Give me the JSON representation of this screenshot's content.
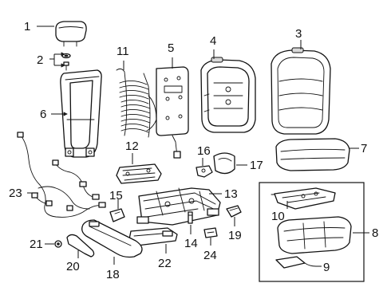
{
  "callouts": [
    {
      "id": "c1",
      "text": "1"
    },
    {
      "id": "c2",
      "text": "2"
    },
    {
      "id": "c3",
      "text": "3"
    },
    {
      "id": "c4",
      "text": "4"
    },
    {
      "id": "c5",
      "text": "5"
    },
    {
      "id": "c6",
      "text": "6"
    },
    {
      "id": "c7",
      "text": "7"
    },
    {
      "id": "c8",
      "text": "8"
    },
    {
      "id": "c9",
      "text": "9"
    },
    {
      "id": "c10",
      "text": "10"
    },
    {
      "id": "c11",
      "text": "11"
    },
    {
      "id": "c12",
      "text": "12"
    },
    {
      "id": "c13",
      "text": "13"
    },
    {
      "id": "c14",
      "text": "14"
    },
    {
      "id": "c15",
      "text": "15"
    },
    {
      "id": "c16",
      "text": "16"
    },
    {
      "id": "c17",
      "text": "17"
    },
    {
      "id": "c18",
      "text": "18"
    },
    {
      "id": "c19",
      "text": "19"
    },
    {
      "id": "c20",
      "text": "20"
    },
    {
      "id": "c21",
      "text": "21"
    },
    {
      "id": "c22",
      "text": "22"
    },
    {
      "id": "c23",
      "text": "23"
    },
    {
      "id": "c24",
      "text": "24"
    }
  ],
  "parts": [
    {
      "callout": "1",
      "icon": "headrest-icon"
    },
    {
      "callout": "2",
      "icon": "guide-bolt-icon"
    },
    {
      "callout": "3",
      "icon": "seatback-cover-icon"
    },
    {
      "callout": "4",
      "icon": "seatback-pad-icon"
    },
    {
      "callout": "5",
      "icon": "back-panel-icon"
    },
    {
      "callout": "6",
      "icon": "seatback-frame-icon"
    },
    {
      "callout": "7",
      "icon": "cushion-cover-icon"
    },
    {
      "callout": "8",
      "icon": "cushion-pad-icon"
    },
    {
      "callout": "9",
      "icon": "sensor-icon"
    },
    {
      "callout": "10",
      "icon": "heater-mat-icon"
    },
    {
      "callout": "11",
      "icon": "lumbar-support-icon"
    },
    {
      "callout": "12",
      "icon": "cushion-frame-icon"
    },
    {
      "callout": "13",
      "icon": "seat-adjuster-icon"
    },
    {
      "callout": "14",
      "icon": "clip-icon"
    },
    {
      "callout": "15",
      "icon": "switch-icon"
    },
    {
      "callout": "16",
      "icon": "bracket-icon"
    },
    {
      "callout": "17",
      "icon": "trim-bezel-icon"
    },
    {
      "callout": "18",
      "icon": "side-shield-icon"
    },
    {
      "callout": "19",
      "icon": "knob-icon"
    },
    {
      "callout": "20",
      "icon": "handle-icon"
    },
    {
      "callout": "21",
      "icon": "screw-cap-icon"
    },
    {
      "callout": "22",
      "icon": "track-cover-icon"
    },
    {
      "callout": "23",
      "icon": "wiring-harness-icon"
    },
    {
      "callout": "24",
      "icon": "switch-bezel-icon"
    }
  ]
}
